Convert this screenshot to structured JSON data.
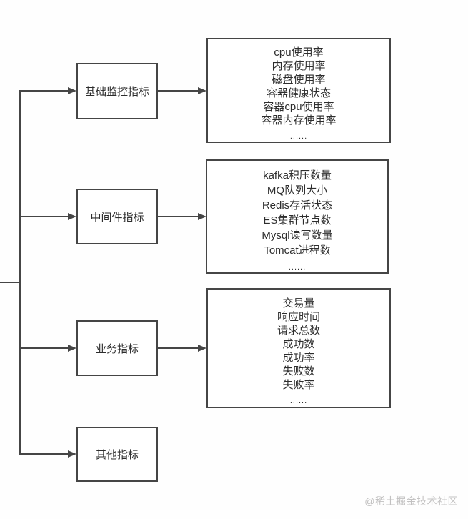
{
  "colors": {
    "line": "#454545",
    "text": "#2d2d2d",
    "watermark": "#c2c1c1",
    "background": "#fefefe"
  },
  "watermark": "@稀土掘金技术社区",
  "diagram": {
    "nodes": [
      {
        "label": "基础监控指标",
        "items": [
          "cpu使用率",
          "内存使用率",
          "磁盘使用率",
          "容器健康状态",
          "容器cpu使用率",
          "容器内存使用率"
        ],
        "more": "......"
      },
      {
        "label": "中间件指标",
        "items": [
          "kafka积压数量",
          "MQ队列大小",
          "Redis存活状态",
          "ES集群节点数",
          "Mysql读写数量",
          "Tomcat进程数"
        ],
        "more": "......"
      },
      {
        "label": "业务指标",
        "items": [
          "交易量",
          "响应时间",
          "请求总数",
          "成功数",
          "成功率",
          "失败数",
          "失败率"
        ],
        "more": "......"
      },
      {
        "label": "其他指标"
      }
    ]
  }
}
